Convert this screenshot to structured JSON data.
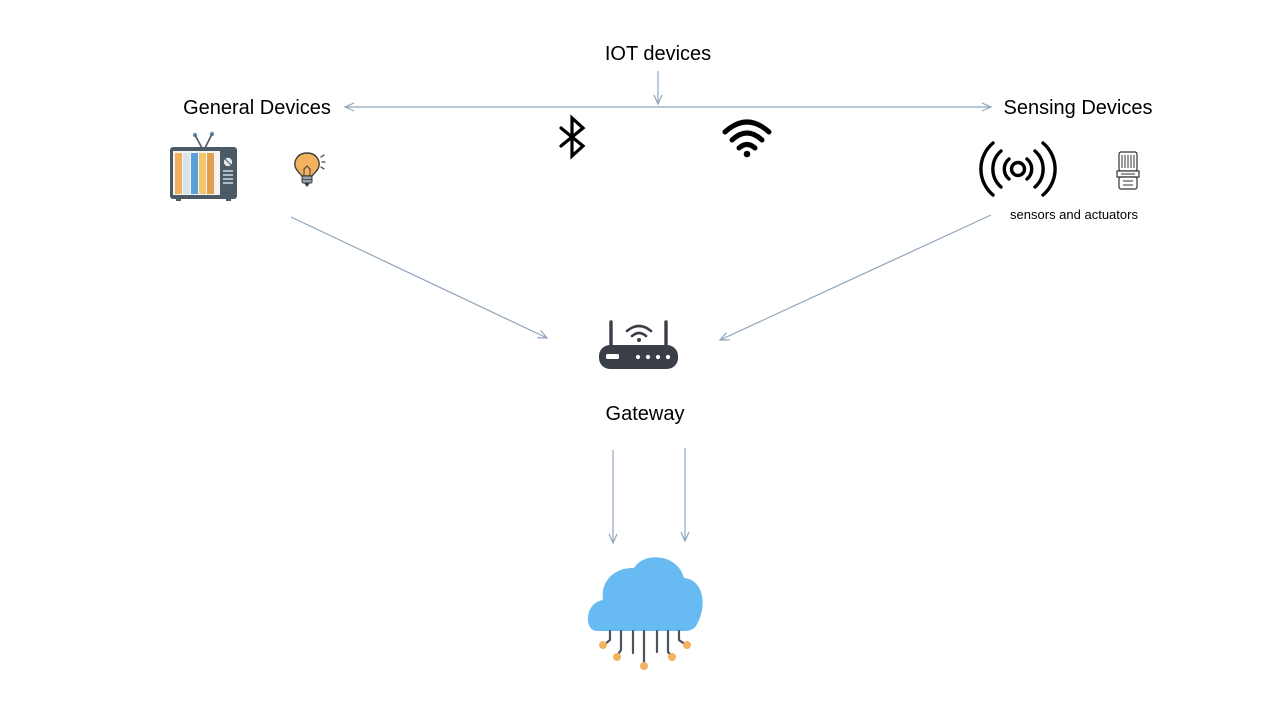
{
  "title": "IOT devices",
  "general": {
    "label": "General Devices"
  },
  "sensing": {
    "label": "Sensing Devices",
    "caption": "sensors and actuators"
  },
  "gateway": {
    "label": "Gateway"
  },
  "colors": {
    "arrow": "#8ea6be",
    "cloud": "#67bbf2",
    "circuit": "#4a5560",
    "node": "#f3b35e",
    "router": "#3a3f47",
    "bulb": "#f3b35e",
    "tv_body": "#4c5a66"
  },
  "icons": {
    "tv": "retro-tv-icon",
    "bulb": "light-bulb-icon",
    "bluetooth": "bluetooth-icon",
    "wifi": "wifi-icon",
    "broadcast": "broadcast-signal-icon",
    "sensor": "sensor-module-icon",
    "router": "router-icon",
    "cloud": "cloud-icon"
  }
}
